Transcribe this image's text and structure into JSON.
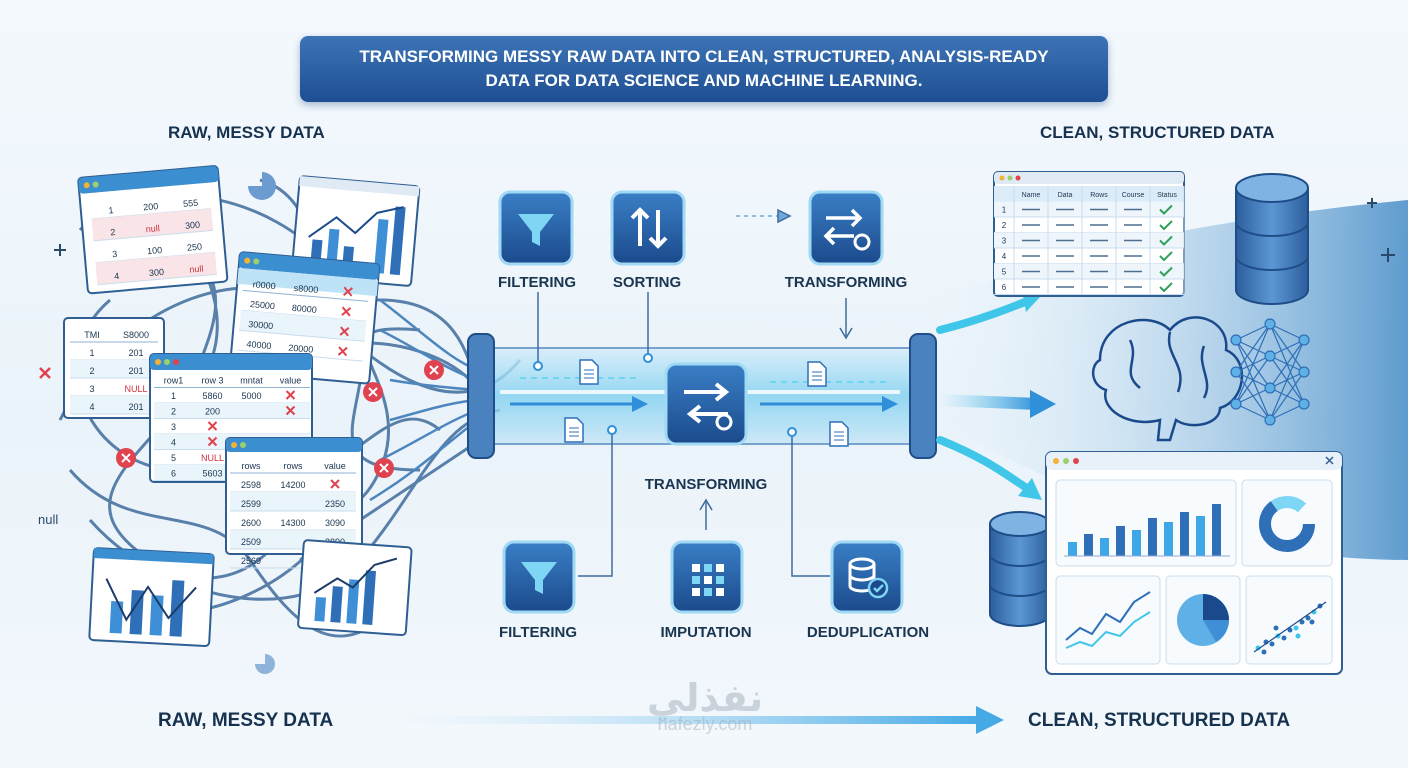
{
  "banner": {
    "title_line1": "TRANSFORMING MESSY RAW DATA INTO CLEAN, STRUCTURED, ANALYSIS-READY",
    "title_line2": "DATA FOR DATA SCIENCE AND MACHINE LEARNING."
  },
  "left": {
    "top_label": "RAW, MESSY DATA",
    "bottom_label": "RAW, MESSY DATA",
    "null_text": "null",
    "table_a": {
      "rows": [
        [
          "1",
          "200",
          "555"
        ],
        [
          "2",
          "null",
          "300"
        ],
        [
          "3",
          "100",
          "250"
        ],
        [
          "4",
          "300",
          "null"
        ]
      ]
    },
    "table_b": {
      "headers": [
        "r0000",
        "s8000",
        "x"
      ],
      "rows": [
        [
          "25000",
          "80000",
          "x"
        ],
        [
          "30000",
          "",
          "x"
        ],
        [
          "40000",
          "20000",
          "x"
        ]
      ]
    },
    "table_c": {
      "headers": [
        "TMI",
        "S8000"
      ],
      "rows": [
        [
          "1",
          "201"
        ],
        [
          "2",
          "201"
        ],
        [
          "3",
          "NULL"
        ],
        [
          "4",
          "201"
        ]
      ]
    },
    "table_d": {
      "headers": [
        "row1",
        "row 3",
        "mntat",
        "value"
      ],
      "rows": [
        [
          "1",
          "5860",
          "5000",
          "x"
        ],
        [
          "2",
          "200",
          "",
          "x"
        ],
        [
          "3",
          "x",
          "",
          ""
        ],
        [
          "4",
          "x",
          "",
          ""
        ],
        [
          "5",
          "NULL",
          "",
          ""
        ],
        [
          "6",
          "5603",
          "",
          ""
        ]
      ]
    },
    "table_e": {
      "headers": [
        "rows",
        "rows",
        "value"
      ],
      "rows": [
        [
          "2598",
          "14200",
          "x"
        ],
        [
          "2599",
          "",
          "2350"
        ],
        [
          "2600",
          "14300",
          "3090"
        ],
        [
          "2509",
          "",
          "3890"
        ],
        [
          "2569",
          "",
          ""
        ]
      ]
    }
  },
  "steps": {
    "top": [
      {
        "label": "FILTERING",
        "icon": "funnel-icon"
      },
      {
        "label": "SORTING",
        "icon": "sort-arrows-icon"
      },
      {
        "label": "TRANSFORMING",
        "icon": "transform-gear-icon"
      }
    ],
    "center": {
      "label": "TRANSFORMING",
      "icon": "transform-gear-icon"
    },
    "bottom": [
      {
        "label": "FILTERING",
        "icon": "funnel-icon"
      },
      {
        "label": "IMPUTATION",
        "icon": "imputation-grid-icon"
      },
      {
        "label": "DEDUPLICATION",
        "icon": "database-check-icon"
      }
    ]
  },
  "right": {
    "top_label": "CLEAN, STRUCTURED DATA",
    "bottom_label": "CLEAN, STRUCTURED DATA",
    "clean_table": {
      "headers": [
        "Name",
        "Data",
        "Rows",
        "Course",
        "Status"
      ],
      "rows": [
        "1",
        "2",
        "3",
        "4",
        "5",
        "6"
      ]
    }
  },
  "watermark": {
    "arabic": "نفذلي",
    "latin": "nafezly.com"
  },
  "colors": {
    "accent": "#2e6fb8",
    "cyan": "#3fc6e8",
    "error": "#e0424f",
    "ok": "#2fa05a"
  }
}
